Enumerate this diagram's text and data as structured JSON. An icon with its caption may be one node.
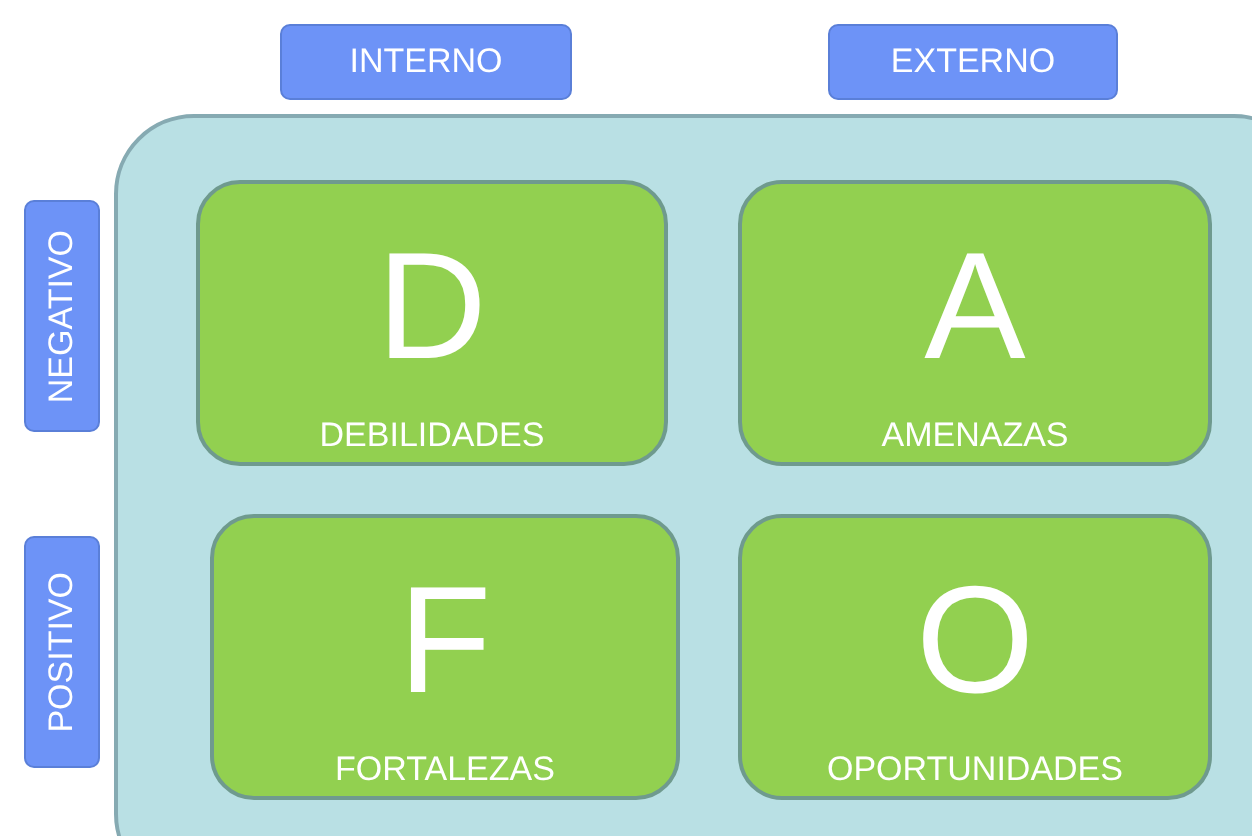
{
  "diagram": {
    "nodes": [
      {
        "text": [
          "INTERNO"
        ]
      },
      {
        "text": [
          "EXTERNO"
        ]
      },
      {
        "text": [
          "NEGATIVO"
        ]
      },
      {
        "text": [
          "POSITIVO"
        ]
      },
      {
        "text": [],
        "shape": "box"
      },
      {
        "text": [
          "D",
          "DEBILIDADES"
        ],
        "in": 4
      },
      {
        "text": [
          "A",
          "AMENAZAS"
        ],
        "in": 4
      },
      {
        "text": [
          "F",
          "FORTALEZAS"
        ],
        "in": 4
      },
      {
        "text": [
          "O",
          "OPORTUNIDADES"
        ],
        "in": 4
      }
    ]
  }
}
